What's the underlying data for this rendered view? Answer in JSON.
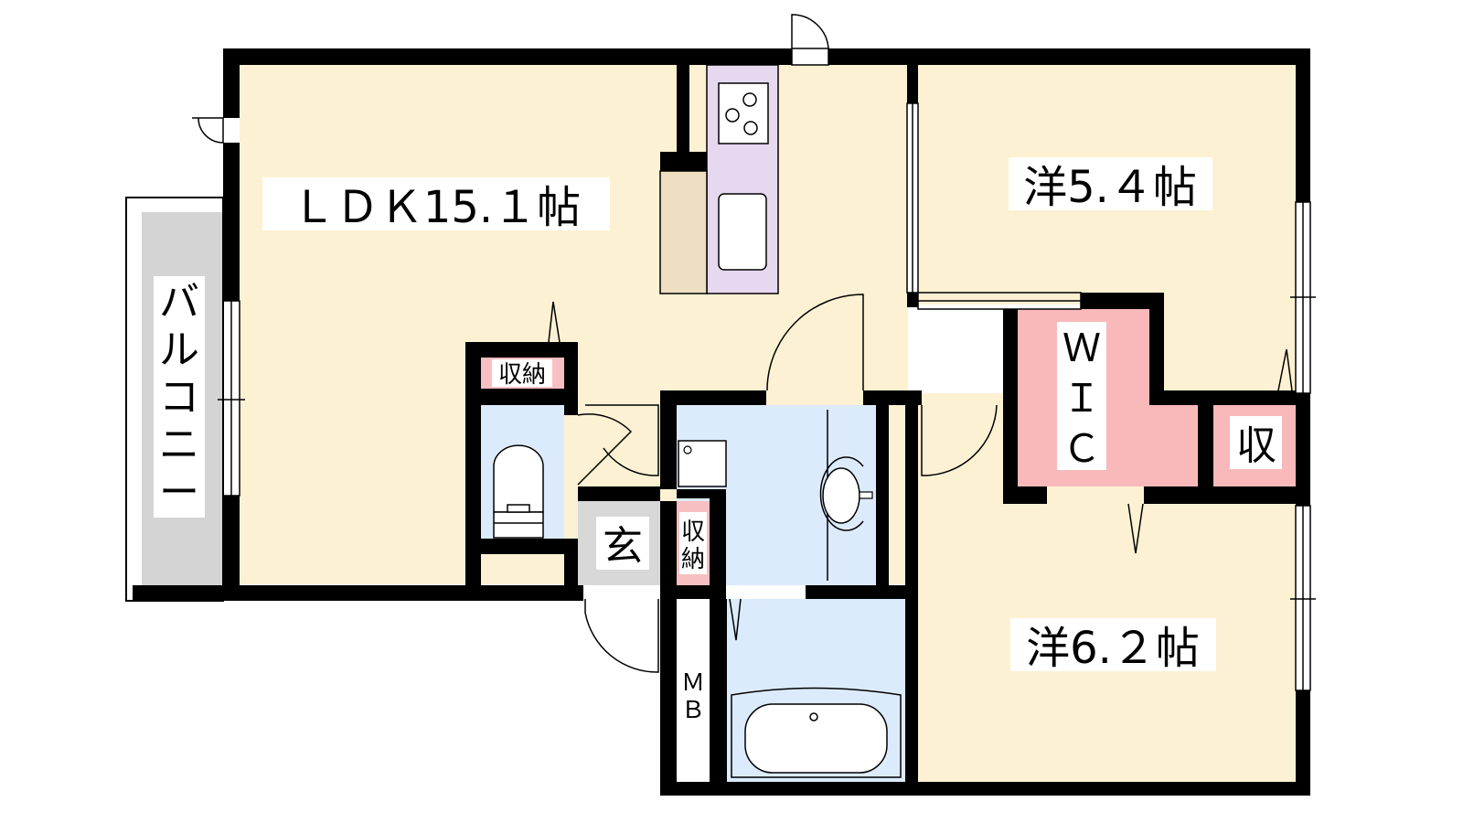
{
  "floorplan": {
    "rooms": {
      "ldk": "ＬＤＫ15.１帖",
      "western1": "洋5.４帖",
      "western2": "洋6.２帖",
      "wic": [
        "Ｗ",
        "Ｉ",
        "Ｃ"
      ],
      "storage_small": "収",
      "storage_ldk": "収納",
      "storage_entry": [
        "収",
        "納"
      ],
      "entrance": "玄",
      "meter_box": [
        "Ｍ",
        "Ｂ"
      ],
      "balcony": [
        "バ",
        "ル",
        "コ",
        "ニ",
        "ー"
      ]
    }
  },
  "colors": {
    "wall": "#000000",
    "floor_main": "#fdf1d3",
    "kitchen": "#e6d8ef",
    "wet_area": "#dcebfb",
    "wic": "#f9b9bb",
    "entrance": "#d8d8d8",
    "balcony": "#d4d4d4",
    "counter": "#efdfc2",
    "storage_tag": "#f7bfc1"
  }
}
